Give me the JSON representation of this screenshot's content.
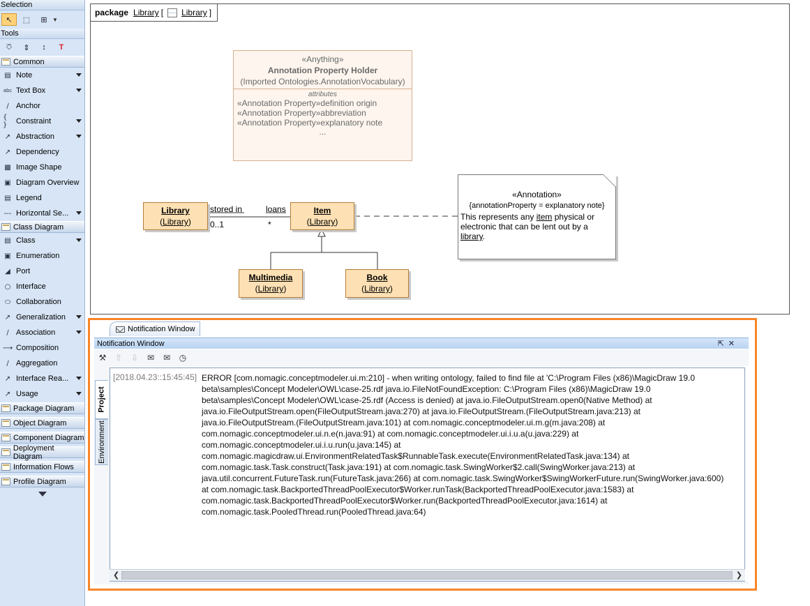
{
  "palette": {
    "selection_header": "Selection",
    "tools_header": "Tools",
    "groups": {
      "common": "Common",
      "class_diagram": "Class Diagram",
      "package_diagram": "Package Diagram",
      "object_diagram": "Object Diagram",
      "component_diagram": "Component Diagram",
      "deployment_diagram": "Deployment Diagram",
      "information_flows": "Information Flows",
      "profile_diagram": "Profile Diagram"
    },
    "common_items": [
      "Note",
      "Text Box",
      "Anchor",
      "Constraint",
      "Abstraction",
      "Dependency",
      "Image Shape",
      "Diagram Overview",
      "Legend",
      "Horizontal Se..."
    ],
    "class_items": [
      "Class",
      "Enumeration",
      "Port",
      "Interface",
      "Collaboration",
      "Generalization",
      "Association",
      "Composition",
      "Aggregation",
      "Interface Rea...",
      "Usage"
    ]
  },
  "diagram": {
    "package_keyword": "package",
    "package_name": "Library",
    "bracket_open": "[",
    "diagram_name": "Library",
    "bracket_close": "]",
    "holder": {
      "stereotype": "«Anything»",
      "name": "Annotation Property Holder",
      "owner": "(Imported Ontologies.AnnotationVocabulary)",
      "attributes_label": "attributes",
      "attributes": [
        "«Annotation Property»definition origin",
        "«Annotation Property»abbreviation",
        "«Annotation Property»explanatory note"
      ],
      "ellipsis": "..."
    },
    "classes": {
      "library": {
        "name": "Library",
        "owner": "Library"
      },
      "item": {
        "name": "Item",
        "owner": "Library"
      },
      "multimedia": {
        "name": "Multimedia",
        "owner": "Library"
      },
      "book": {
        "name": "Book",
        "owner": "Library"
      }
    },
    "association": {
      "role_left": "stored in",
      "role_right": "loans",
      "mult_left": "0..1",
      "mult_right": "*"
    },
    "note": {
      "stereotype": "«Annotation»",
      "tagged_value": "{annotationProperty = explanatory note}",
      "text_1": "This represents any ",
      "link_item": "item",
      "text_2": " physical or electronic that can be lent out by a ",
      "link_library": "library",
      "text_3": "."
    }
  },
  "notification": {
    "tab_label": "Notification Window",
    "title": "Notification Window",
    "side_tabs": [
      "Project",
      "Environment"
    ],
    "timestamp": "[2018.04.23::15:45:45]",
    "message_lines": [
      "ERROR [com.nomagic.conceptmodeler.ui.m:210] - when writing ontology, failed to find file at 'C:\\Program Files (x86)\\MagicDraw 19.0",
      "beta\\samples\\Concept Modeler\\OWL\\case-25.rdf java.io.FileNotFoundException: C:\\Program Files (x86)\\MagicDraw 19.0",
      "beta\\samples\\Concept Modeler\\OWL\\case-25.rdf (Access is denied) at java.io.FileOutputStream.open0(Native Method) at",
      "java.io.FileOutputStream.open(FileOutputStream.java:270) at java.io.FileOutputStream.(FileOutputStream.java:213) at",
      "java.io.FileOutputStream.(FileOutputStream.java:101) at com.nomagic.conceptmodeler.ui.m.g(m.java:208) at",
      "com.nomagic.conceptmodeler.ui.n.e(n.java:91) at com.nomagic.conceptmodeler.ui.i.u.a(u.java:229) at",
      "com.nomagic.conceptmodeler.ui.i.u.run(u.java:145) at",
      "com.nomagic.magicdraw.ui.EnvironmentRelatedTask$RunnableTask.execute(EnvironmentRelatedTask.java:134) at",
      "com.nomagic.task.Task.construct(Task.java:191) at com.nomagic.task.SwingWorker$2.call(SwingWorker.java:213) at",
      "java.util.concurrent.FutureTask.run(FutureTask.java:266) at com.nomagic.task.SwingWorker$SwingWorkerFuture.run(SwingWorker.java:600)",
      "at com.nomagic.task.BackportedThreadPoolExecutor$Worker.runTask(BackportedThreadPoolExecutor.java:1583) at",
      "com.nomagic.task.BackportedThreadPoolExecutor$Worker.run(BackportedThreadPoolExecutor.java:1614) at",
      "com.nomagic.task.PooledThread.run(PooledThread.java:64)"
    ]
  },
  "colors": {
    "highlight_frame": "#f7862a",
    "class_fill": "#fde1b4",
    "palette_bg": "#d7e5f6"
  }
}
